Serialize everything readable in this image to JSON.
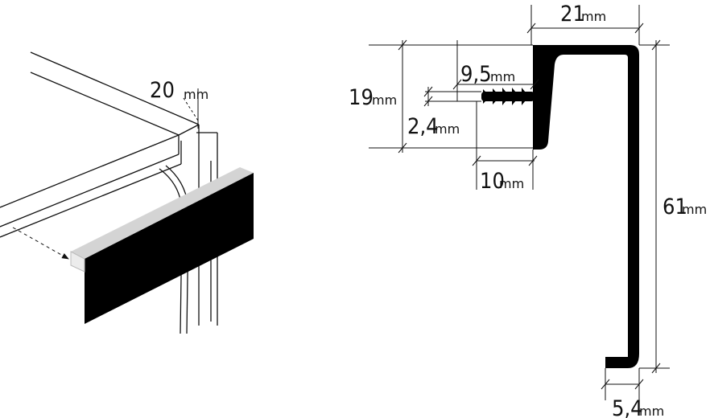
{
  "colors": {
    "ink": "#111111",
    "panel": "#000000",
    "profile_top": "#d4d4d4",
    "background": "#ffffff"
  },
  "left": {
    "depth": {
      "value": "20",
      "unit": "mm"
    }
  },
  "right": {
    "width_top": {
      "value": "21",
      "unit": "mm"
    },
    "screw_len": {
      "value": "9,5",
      "unit": "mm"
    },
    "board": {
      "value": "19",
      "unit": "mm"
    },
    "screw_dia": {
      "value": "2,4",
      "unit": "mm"
    },
    "lip": {
      "value": "10",
      "unit": "mm"
    },
    "height": {
      "value": "61",
      "unit": "mm"
    },
    "bottom": {
      "value": "5,4",
      "unit": "mm"
    }
  }
}
